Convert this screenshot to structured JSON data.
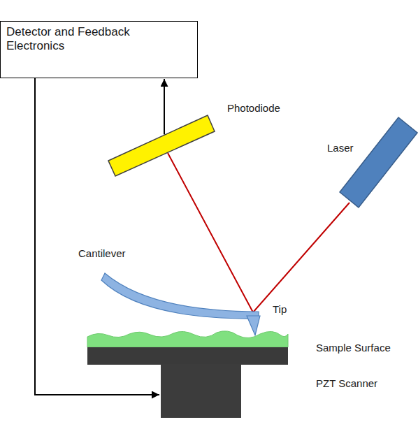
{
  "diagram": {
    "nodes": [
      {
        "text": [
          "Detector and Feedback Electronics"
        ]
      },
      {
        "text": [
          "Photodiode"
        ]
      },
      {
        "text": [
          "PZT Scanner"
        ]
      }
    ],
    "edges": [
      {
        "from": 1,
        "to": 0,
        "arrow": "to"
      },
      {
        "from": 0,
        "to": 2,
        "arrow": "to"
      }
    ],
    "labels": [
      "Laser",
      "Cantilever",
      "Tip",
      "Sample Surface"
    ]
  }
}
